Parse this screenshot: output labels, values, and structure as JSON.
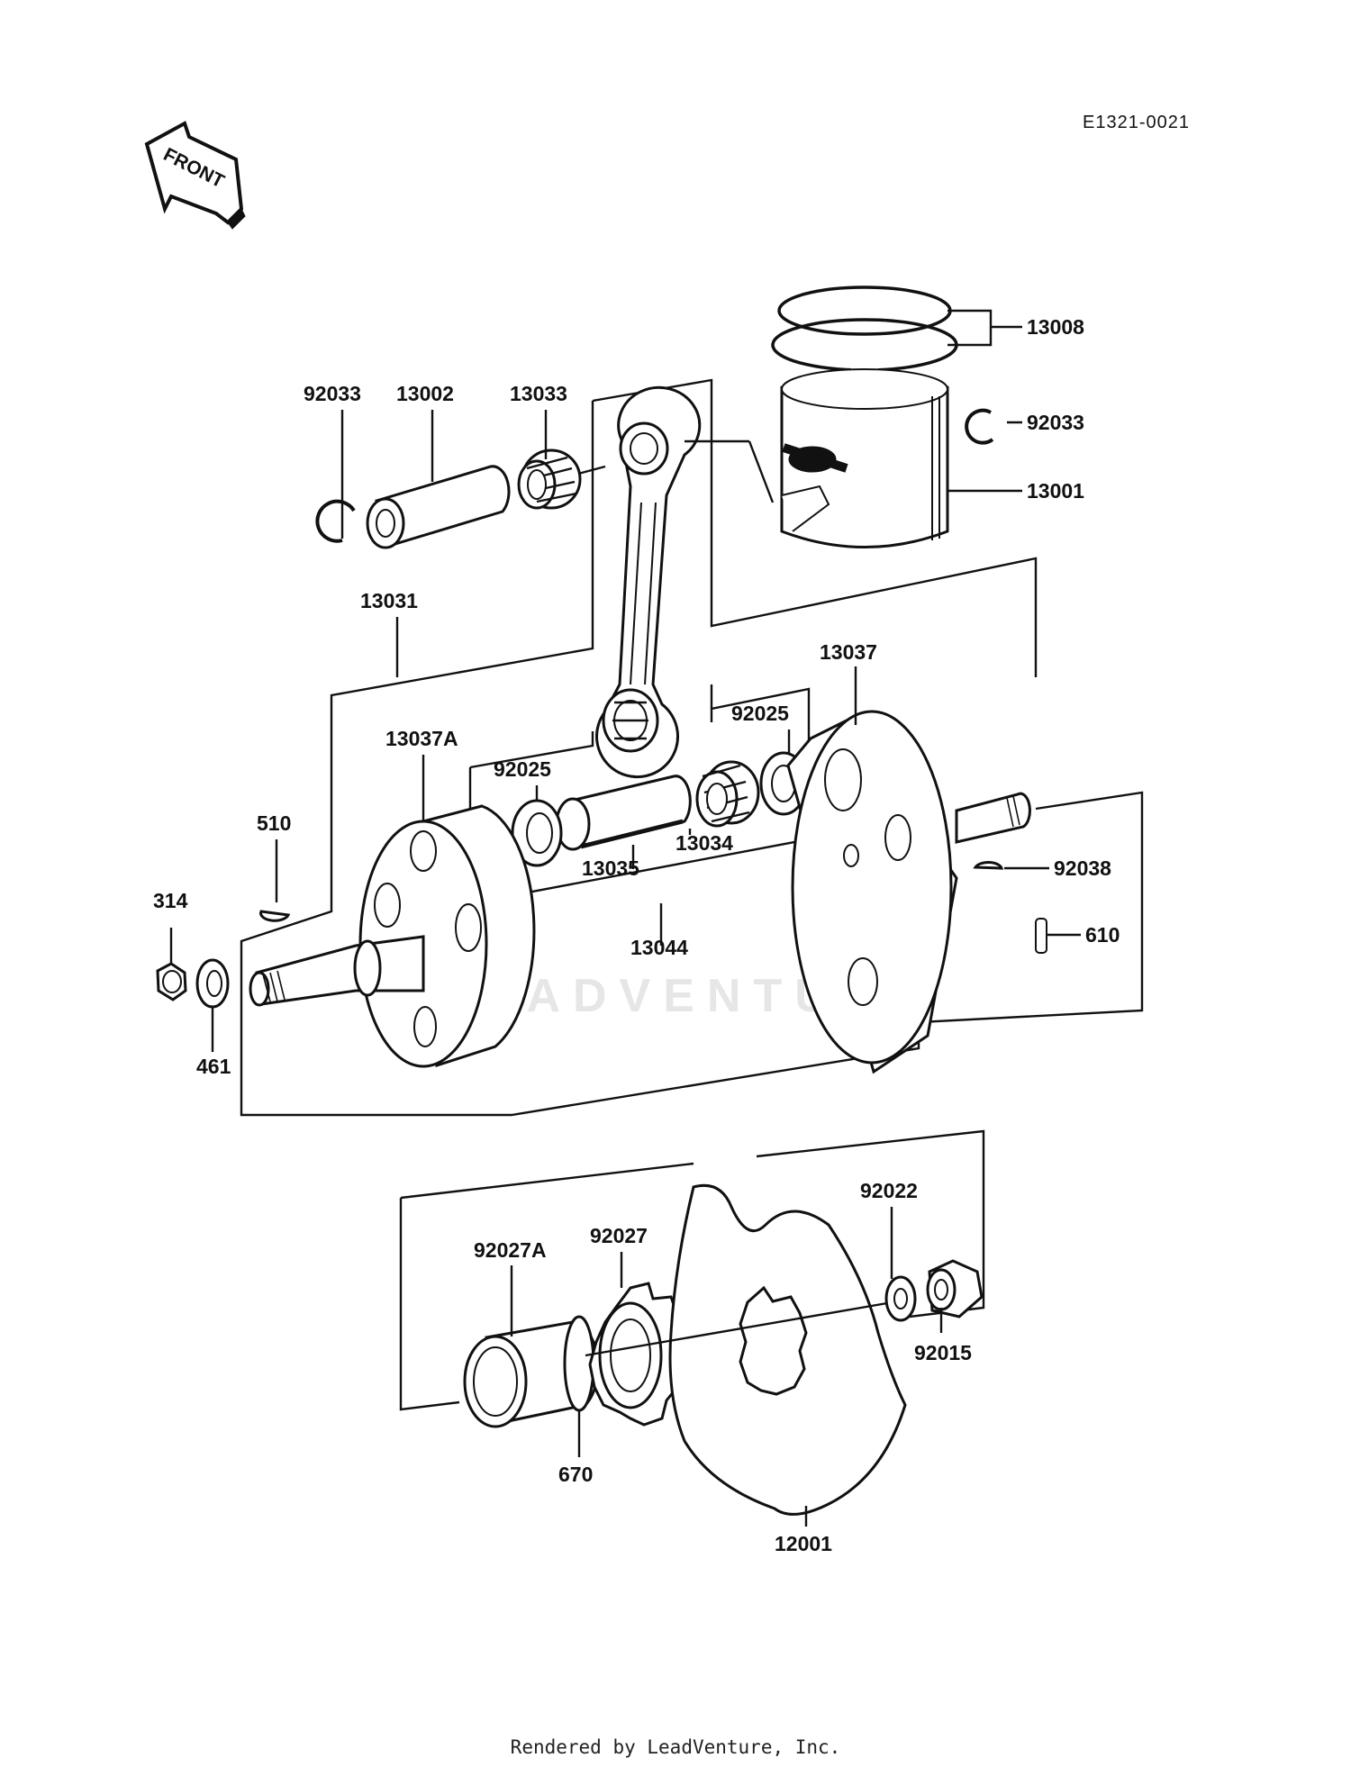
{
  "diagram_code": "E1321-0021",
  "front_arrow_label": "FRONT",
  "watermark": "LEADVENTURE",
  "footer": "Rendered by LeadVenture, Inc.",
  "callouts": {
    "p13008": "13008",
    "p92033_right": "92033",
    "p13001": "13001",
    "p92033_left": "92033",
    "p13002": "13002",
    "p13033": "13033",
    "p13031": "13031",
    "p13037": "13037",
    "p92025_right": "92025",
    "p13037A": "13037A",
    "p92025_left": "92025",
    "p510": "510",
    "p13034": "13034",
    "p13035": "13035",
    "p92038": "92038",
    "p13044": "13044",
    "p314": "314",
    "p610": "610",
    "p461": "461",
    "p92022": "92022",
    "p92027A": "92027A",
    "p92027": "92027",
    "p92015": "92015",
    "p670": "670",
    "p12001": "12001"
  }
}
